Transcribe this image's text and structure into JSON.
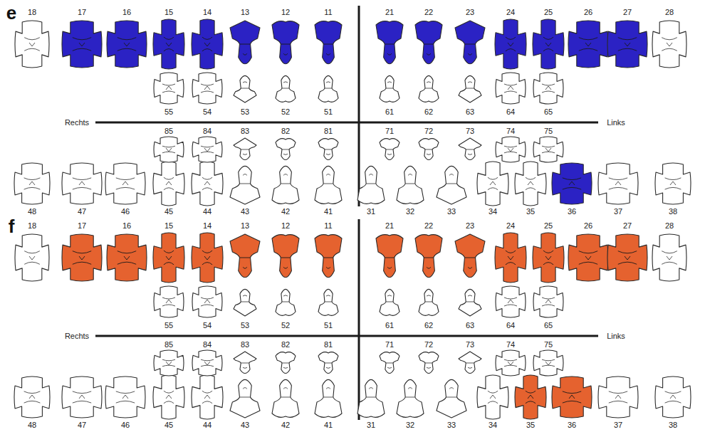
{
  "diagram": {
    "labels": [
      "e",
      "18",
      "17",
      "16",
      "15",
      "14",
      "13",
      "12",
      "11",
      "21",
      "22",
      "23",
      "24",
      "25",
      "26",
      "27",
      "28",
      "55",
      "54",
      "53",
      "52",
      "51",
      "61",
      "62",
      "63",
      "64",
      "65",
      "Rechts",
      "Links",
      "85",
      "84",
      "83",
      "82",
      "81",
      "71",
      "72",
      "73",
      "74",
      "75",
      "48",
      "47",
      "46",
      "45",
      "44",
      "43",
      "42",
      "41",
      "31",
      "32",
      "33",
      "34",
      "35",
      "36",
      "37",
      "38",
      "f",
      "18",
      "17",
      "16",
      "15",
      "14",
      "13",
      "12",
      "11",
      "21",
      "22",
      "23",
      "24",
      "25",
      "26",
      "27",
      "28",
      "55",
      "54",
      "53",
      "52",
      "51",
      "61",
      "62",
      "63",
      "64",
      "65",
      "Rechts",
      "Links",
      "85",
      "84",
      "83",
      "82",
      "81",
      "71",
      "72",
      "73",
      "74",
      "75",
      "48",
      "47",
      "46",
      "45",
      "44",
      "43",
      "42",
      "41",
      "31",
      "32",
      "33",
      "34",
      "35",
      "36",
      "37",
      "38"
    ]
  }
}
